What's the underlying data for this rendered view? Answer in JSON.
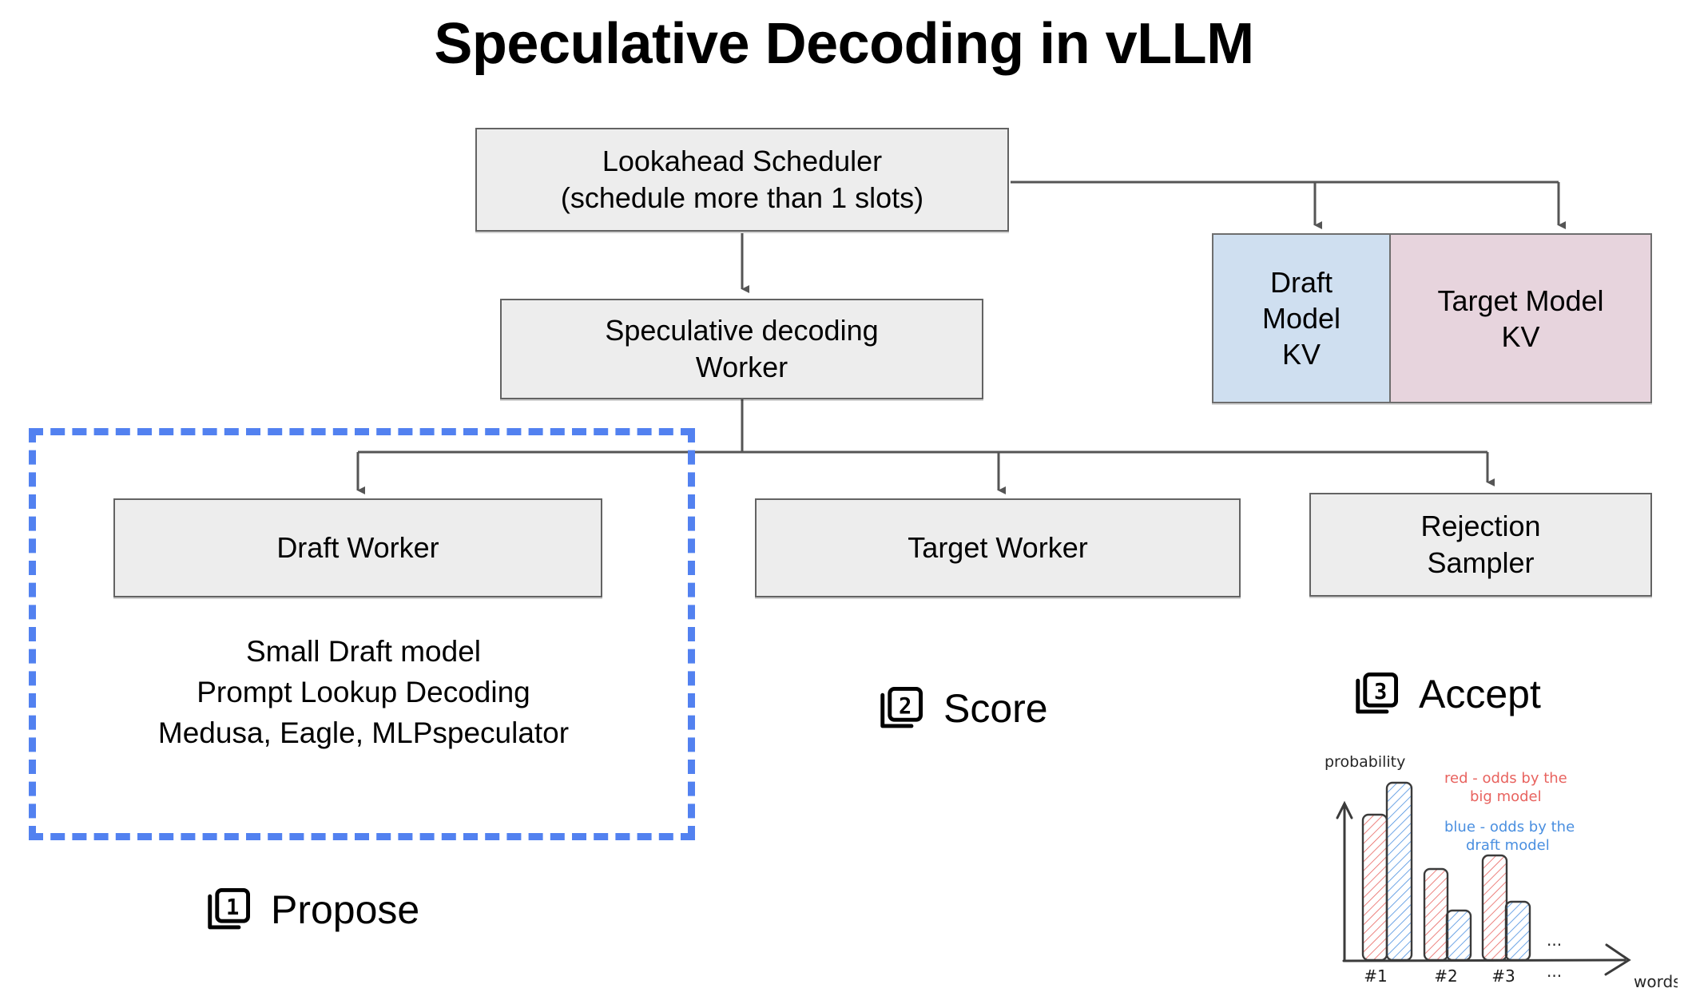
{
  "title": "Speculative Decoding in vLLM",
  "nodes": {
    "scheduler": "Lookahead Scheduler\n(schedule more than 1 slots)",
    "spec_worker": "Speculative decoding\nWorker",
    "draft_worker": "Draft Worker",
    "target_worker": "Target Worker",
    "rejection_sampler": "Rejection\nSampler",
    "draft_kv": "Draft\nModel\nKV",
    "target_kv": "Target Model\nKV"
  },
  "draft_details": "Small Draft model\nPrompt Lookup Decoding\nMedusa, Eagle, MLPspeculator",
  "steps": [
    {
      "number": "1",
      "label": "Propose"
    },
    {
      "number": "2",
      "label": "Score"
    },
    {
      "number": "3",
      "label": "Accept"
    }
  ],
  "colors": {
    "box_fill": "#ededed",
    "box_border": "#636363",
    "draft_kv_fill": "#cfdff0",
    "target_kv_fill": "#e7d4dd",
    "highlight_dash": "#5281f0",
    "sketch_red": "#e8635f",
    "sketch_blue": "#4a8fe0",
    "sketch_ink": "#3b3b3b"
  },
  "chart_data": {
    "type": "bar",
    "title": "",
    "xlabel": "words",
    "ylabel": "probability",
    "categories": [
      "#1",
      "#2",
      "#3",
      "..."
    ],
    "series": [
      {
        "name": "red - odds by the big model",
        "color": "#e8635f",
        "values": [
          0.77,
          0.47,
          0.54
        ]
      },
      {
        "name": "blue - odds by the draft model",
        "color": "#4a8fe0",
        "values": [
          0.95,
          0.21,
          0.3
        ]
      }
    ],
    "legend": [
      {
        "text": "red - odds by the\nbig model",
        "color": "#e8635f"
      },
      {
        "text": "blue - odds by the\ndraft model",
        "color": "#4a8fe0"
      }
    ],
    "ellipsis_top": "...",
    "ellipsis_bottom": "...",
    "ylim": [
      0,
      1
    ],
    "grid": false,
    "legend_position": "upper-right"
  }
}
